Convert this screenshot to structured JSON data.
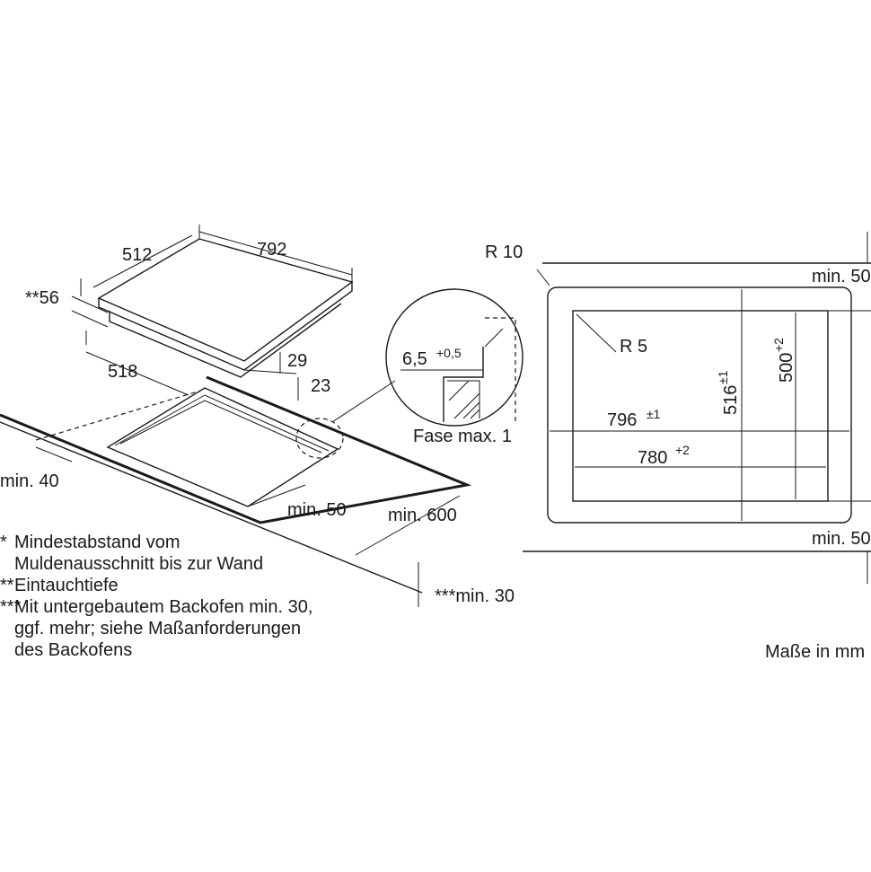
{
  "hob_dims": {
    "width": "792",
    "depth": "512",
    "depth_note": "**56",
    "cutout_depth": "518",
    "height_29": "29",
    "height_23": "23",
    "wall_min40": "min. 40",
    "front_min50": "min. 50",
    "worktop_min600": "min. 600",
    "bottom_note": "***min. 30"
  },
  "detail": {
    "chamfer_value": "6,5",
    "chamfer_tolerance": "+0,5",
    "chamfer_label": "Fase max. 1"
  },
  "cutout": {
    "corner_radius_outer": "R 10",
    "corner_radius_inner": "R 5",
    "top_clearance": "min. 50",
    "bottom_clearance": "min. 50",
    "outer_width": "796",
    "outer_width_tol": "±1",
    "inner_width": "780",
    "inner_width_tol": "+2",
    "outer_height": "516",
    "outer_height_tol": "±1",
    "inner_height": "500",
    "inner_height_tol": "+2"
  },
  "legend": [
    {
      "marker": "*",
      "lines": [
        "Mindestabstand vom",
        "Muldenausschnitt bis zur Wand"
      ]
    },
    {
      "marker": "**",
      "lines": [
        "Eintauchtiefe"
      ]
    },
    {
      "marker": "***",
      "lines": [
        "Mit untergebautem Backofen min. 30,",
        "ggf. mehr; siehe Maßanforderungen",
        "des Backofens"
      ]
    }
  ],
  "units_note": "Maße in mm"
}
